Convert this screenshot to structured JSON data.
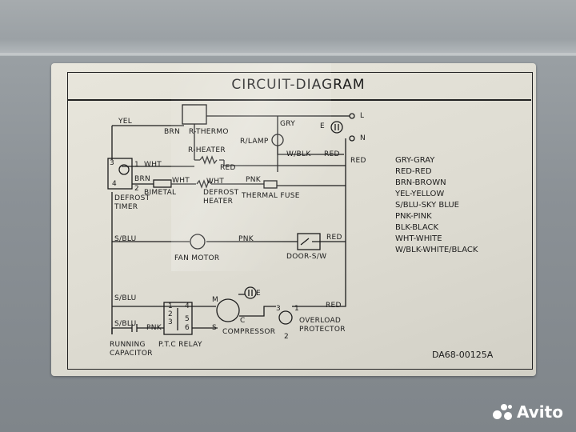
{
  "diagram": {
    "title": "CIRCUIT-DIAGRAM",
    "part_number": "DA68-00125A",
    "labels": {
      "yel": "YEL",
      "brn_top": "BRN",
      "r_thermo": "R-THERMO",
      "r_heater": "R-HEATER",
      "r_lamp": "R/LAMP",
      "gry": "GRY",
      "l": "L",
      "n": "N",
      "e_top": "E",
      "w_blk": "W/BLK",
      "red_1": "RED",
      "red_2": "RED",
      "red_3": "RED",
      "red_4": "RED",
      "red_5": "RED",
      "t3": "3",
      "t4": "4",
      "t1": "1",
      "t2": "2",
      "wht_1": "WHT",
      "brn_2": "BRN",
      "wht_2": "WHT",
      "wht_3": "WHT",
      "pnk_1": "PNK",
      "bimetal": "BIMETAL",
      "defrost_timer": "DEFROST\nTIMER",
      "defrost_heater": "DEFROST\nHEATER",
      "thermal_fuse": "THERMAL FUSE",
      "sblu_1": "S/BLU",
      "pnk_2": "PNK",
      "fan_motor": "FAN MOTOR",
      "door_sw": "DOOR-S/W",
      "sblu_2": "S/BLU",
      "sblu_3": "S/BLU",
      "pnk_3": "PNK",
      "m": "M",
      "s": "S",
      "c": "C",
      "e_comp": "E",
      "compressor": "COMPRESSOR",
      "ol_3": "3",
      "ol_1": "1",
      "ol_2": "2",
      "overload": "OVERLOAD\nPROTECTOR",
      "running_capacitor": "RUNNING\nCAPACITOR",
      "ptc_relay": "P.T.C RELAY",
      "ptc_1": "1",
      "ptc_2": "2",
      "ptc_3": "3",
      "ptc_4": "4",
      "ptc_5": "5",
      "ptc_6": "6"
    },
    "legend": [
      "GRY-GRAY",
      "RED-RED",
      "BRN-BROWN",
      "YEL-YELLOW",
      "S/BLU-SKY BLUE",
      "PNK-PINK",
      "BLK-BLACK",
      "WHT-WHITE",
      "W/BLK-WHITE/BLACK"
    ]
  },
  "watermark": {
    "text": "Avito"
  }
}
